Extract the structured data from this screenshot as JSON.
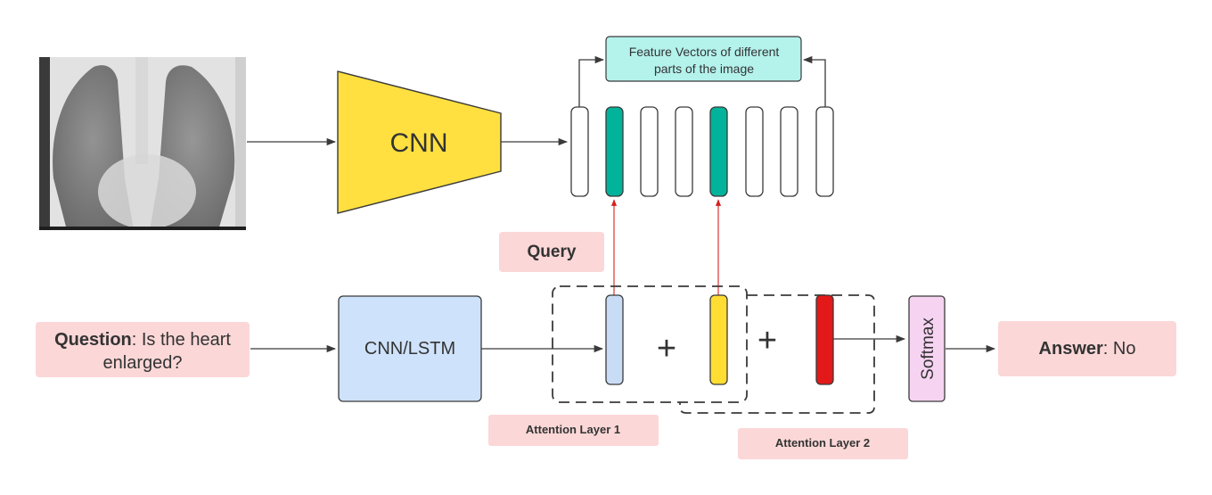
{
  "cnn_label": "CNN",
  "feature_box": {
    "line1": "Feature Vectors of different",
    "line2": "parts of the image"
  },
  "query_label": "Query",
  "question": {
    "bold": "Question",
    "rest": ": Is the heart",
    "line2": "enlarged?"
  },
  "encoder_label": "CNN/LSTM",
  "softmax_label": "Softmax",
  "answer": {
    "bold": "Answer",
    "rest": ": No"
  },
  "attention1_label": "Attention Layer 1",
  "attention2_label": "Attention Layer 2",
  "plus_symbol": "+",
  "colors": {
    "cnn": "#ffe040",
    "feature_box": "#b4f2ec",
    "highlight_vector": "#00b39a",
    "query_vector": "#c9dcf5",
    "yellow_vector": "#ffdd33",
    "red_vector": "#e31919",
    "encoder": "#cfe2fb",
    "softmax": "#f7d3f2",
    "pink_label": "#fbd7d7",
    "query_arrow": "#d42020"
  }
}
